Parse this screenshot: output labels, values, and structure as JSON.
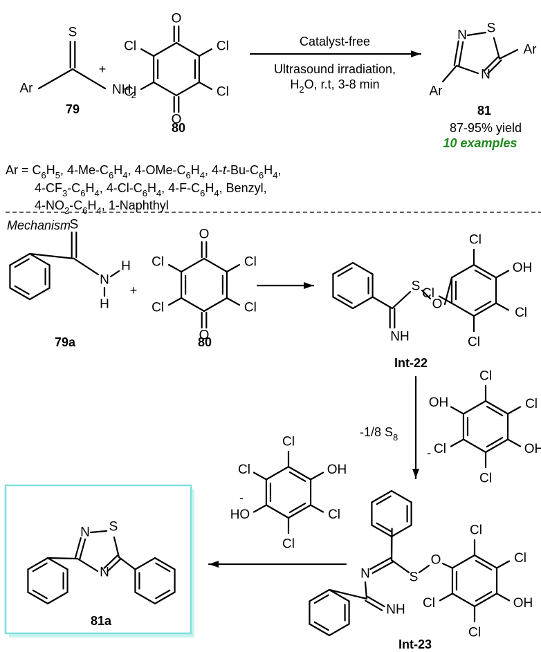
{
  "reaction": {
    "reactant1": {
      "id": "79",
      "ar": "Ar",
      "s": "S",
      "nh2": "NH",
      "nh2_sub": "2"
    },
    "plus": "+",
    "reactant2": {
      "id": "80",
      "o": "O",
      "cl": "Cl"
    },
    "conditions": {
      "line1": "Catalyst-free",
      "line2": "Ultrasound irradiation,",
      "line3_a": "H",
      "line3_sub": "2",
      "line3_b": "O, r.t, 3-8 min"
    },
    "product": {
      "id": "81",
      "yield": "87-95% yield",
      "examples": "10 examples",
      "n": "N",
      "s": "S",
      "ar": "Ar"
    },
    "scope": {
      "l1": [
        [
          "Ar = C",
          ""
        ],
        [
          "6",
          "sub"
        ],
        [
          "H",
          ""
        ],
        [
          "5",
          "sub"
        ],
        [
          ", 4-Me-C",
          ""
        ],
        [
          "6",
          "sub"
        ],
        [
          "H",
          ""
        ],
        [
          "4",
          "sub"
        ],
        [
          ", 4-OMe-C",
          ""
        ],
        [
          "6",
          "sub"
        ],
        [
          "H",
          ""
        ],
        [
          "4",
          "sub"
        ],
        [
          ", 4-",
          ""
        ],
        [
          "t",
          "i"
        ],
        [
          "-Bu-C",
          ""
        ],
        [
          "6",
          "sub"
        ],
        [
          "H",
          ""
        ],
        [
          "4",
          "sub"
        ],
        [
          ",",
          ""
        ]
      ],
      "l2": [
        [
          "4-CF",
          ""
        ],
        [
          "3",
          "sub"
        ],
        [
          "-C",
          ""
        ],
        [
          "6",
          "sub"
        ],
        [
          "H",
          ""
        ],
        [
          "4",
          "sub"
        ],
        [
          ", 4-Cl-C",
          ""
        ],
        [
          "6",
          "sub"
        ],
        [
          "H",
          ""
        ],
        [
          "4",
          "sub"
        ],
        [
          ", 4-F-C",
          ""
        ],
        [
          "6",
          "sub"
        ],
        [
          "H",
          ""
        ],
        [
          "4",
          "sub"
        ],
        [
          ", Benzyl,",
          ""
        ]
      ],
      "l3": [
        [
          "4-NO",
          ""
        ],
        [
          "2",
          "sub"
        ],
        [
          "-C",
          ""
        ],
        [
          "6",
          "sub"
        ],
        [
          "H",
          ""
        ],
        [
          "4",
          "sub"
        ],
        [
          ", 1-Naphthyl",
          ""
        ]
      ]
    }
  },
  "mechanism": {
    "title": "Mechanism",
    "sm1": {
      "id": "79a",
      "s": "S",
      "n": "N",
      "h": "H"
    },
    "plus": "+",
    "sm2": {
      "id": "80"
    },
    "int22": {
      "id": "Int-22",
      "s": "S",
      "o": "O",
      "nh": "NH",
      "cl": "Cl",
      "oh": "OH"
    },
    "step2_label_a": "-1/8 S",
    "step2_label_sub": "8",
    "minus": "-",
    "int23": {
      "id": "Int-23",
      "n": "N",
      "s": "S",
      "o": "O",
      "nh": "NH",
      "cl": "Cl",
      "oh": "OH",
      "ho": "HO"
    },
    "product": {
      "id": "81a",
      "n": "N",
      "s": "S"
    }
  },
  "colors": {
    "examples_green": "#1f8a1f",
    "box_border": "#7fe0d8",
    "box_shadow": "#c8f2ee"
  }
}
